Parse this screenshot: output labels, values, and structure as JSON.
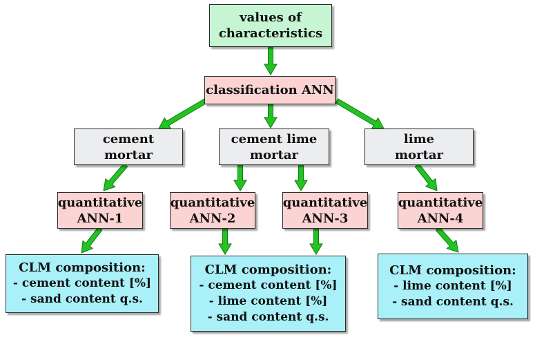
{
  "colors": {
    "input_fill": "#c6f5d3",
    "ann_fill": "#fbd3d3",
    "type_fill": "#ecedef",
    "output_fill": "#a9f0f8",
    "arrow_fill": "#22c322",
    "arrow_stroke": "#117a11"
  },
  "nodes": {
    "input": {
      "lines": [
        "values of",
        "characteristics"
      ]
    },
    "classification": {
      "label": "classification ANN"
    },
    "cement_mortar": {
      "lines": [
        "cement",
        "mortar"
      ]
    },
    "cement_lime_mortar": {
      "lines": [
        "cement lime",
        "mortar"
      ]
    },
    "lime_mortar": {
      "lines": [
        "lime",
        "mortar"
      ]
    },
    "ann1": {
      "lines": [
        "quantitative",
        "ANN-1"
      ]
    },
    "ann2": {
      "lines": [
        "quantitative",
        "ANN-2"
      ]
    },
    "ann3": {
      "lines": [
        "quantitative",
        "ANN-3"
      ]
    },
    "ann4": {
      "lines": [
        "quantitative",
        "ANN-4"
      ]
    },
    "out1": {
      "lines": [
        "CLM composition:",
        "- cement content [%]",
        "- sand content q.s."
      ]
    },
    "out2": {
      "lines": [
        "CLM composition:",
        "- cement content [%]",
        "- lime content [%]",
        "- sand content q.s."
      ]
    },
    "out3": {
      "lines": [
        "CLM composition:",
        "- lime content [%]",
        "- sand content q.s."
      ]
    }
  }
}
